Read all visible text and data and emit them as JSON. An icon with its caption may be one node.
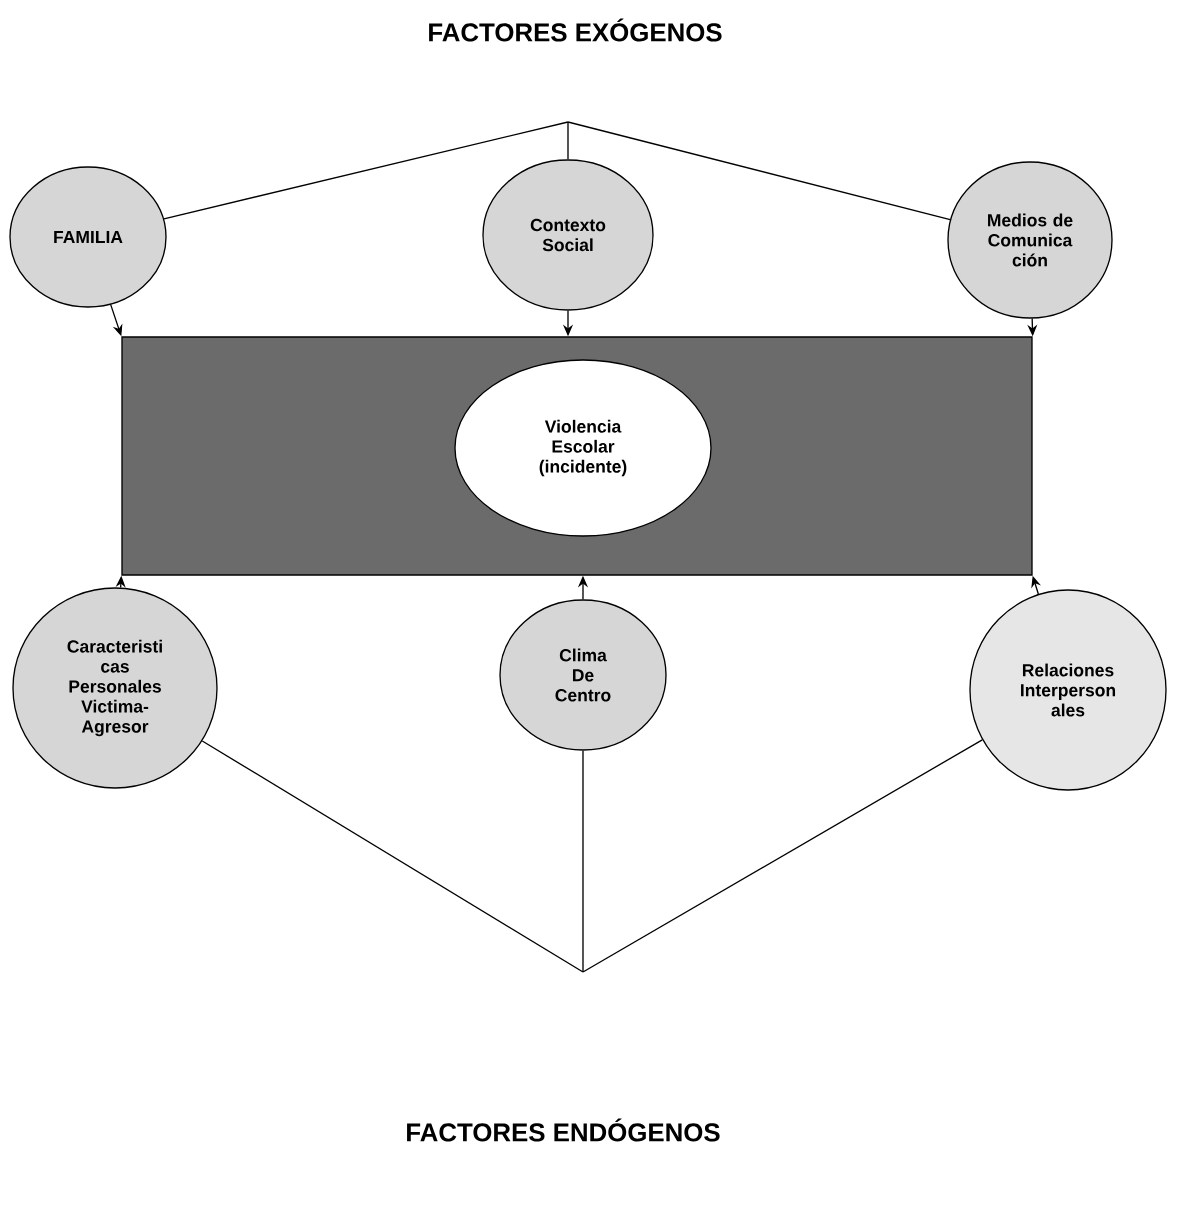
{
  "diagram": {
    "title": "FACTORES EXÓGENOS",
    "nodes": [
      {
        "text": [
          "FAMILIA"
        ]
      },
      {
        "text": [
          "Contexto Social"
        ]
      },
      {
        "text": [
          "Medios de Comunica ción"
        ]
      },
      {
        "text": [],
        "shape": "box"
      },
      {
        "text": [
          "Violencia Escolar (incidente)"
        ],
        "in": 3
      },
      {
        "text": [
          "Caracteristi cas Personales Victima- Agresor"
        ]
      },
      {
        "text": [
          "Clima De Centro"
        ]
      },
      {
        "text": [
          "Relaciones Interperson ales"
        ]
      }
    ],
    "edges": [
      {
        "from": null,
        "to": 0,
        "arrow": "none"
      },
      {
        "from": null,
        "to": 1,
        "arrow": "none"
      },
      {
        "from": null,
        "to": 2,
        "arrow": "none"
      },
      {
        "from": 0,
        "to": 3,
        "arrow": "to"
      },
      {
        "from": 1,
        "to": 3,
        "arrow": "to"
      },
      {
        "from": 2,
        "to": 3,
        "arrow": "to"
      },
      {
        "from": 5,
        "to": 3,
        "arrow": "to"
      },
      {
        "from": 6,
        "to": 3,
        "arrow": "to"
      },
      {
        "from": 7,
        "to": 3,
        "arrow": "to"
      },
      {
        "from": 5,
        "to": null,
        "arrow": "none"
      },
      {
        "from": 6,
        "to": null,
        "arrow": "none"
      },
      {
        "from": 7,
        "to": null,
        "arrow": "none"
      }
    ],
    "labels": [
      "FACTORES ENDÓGENOS"
    ]
  }
}
